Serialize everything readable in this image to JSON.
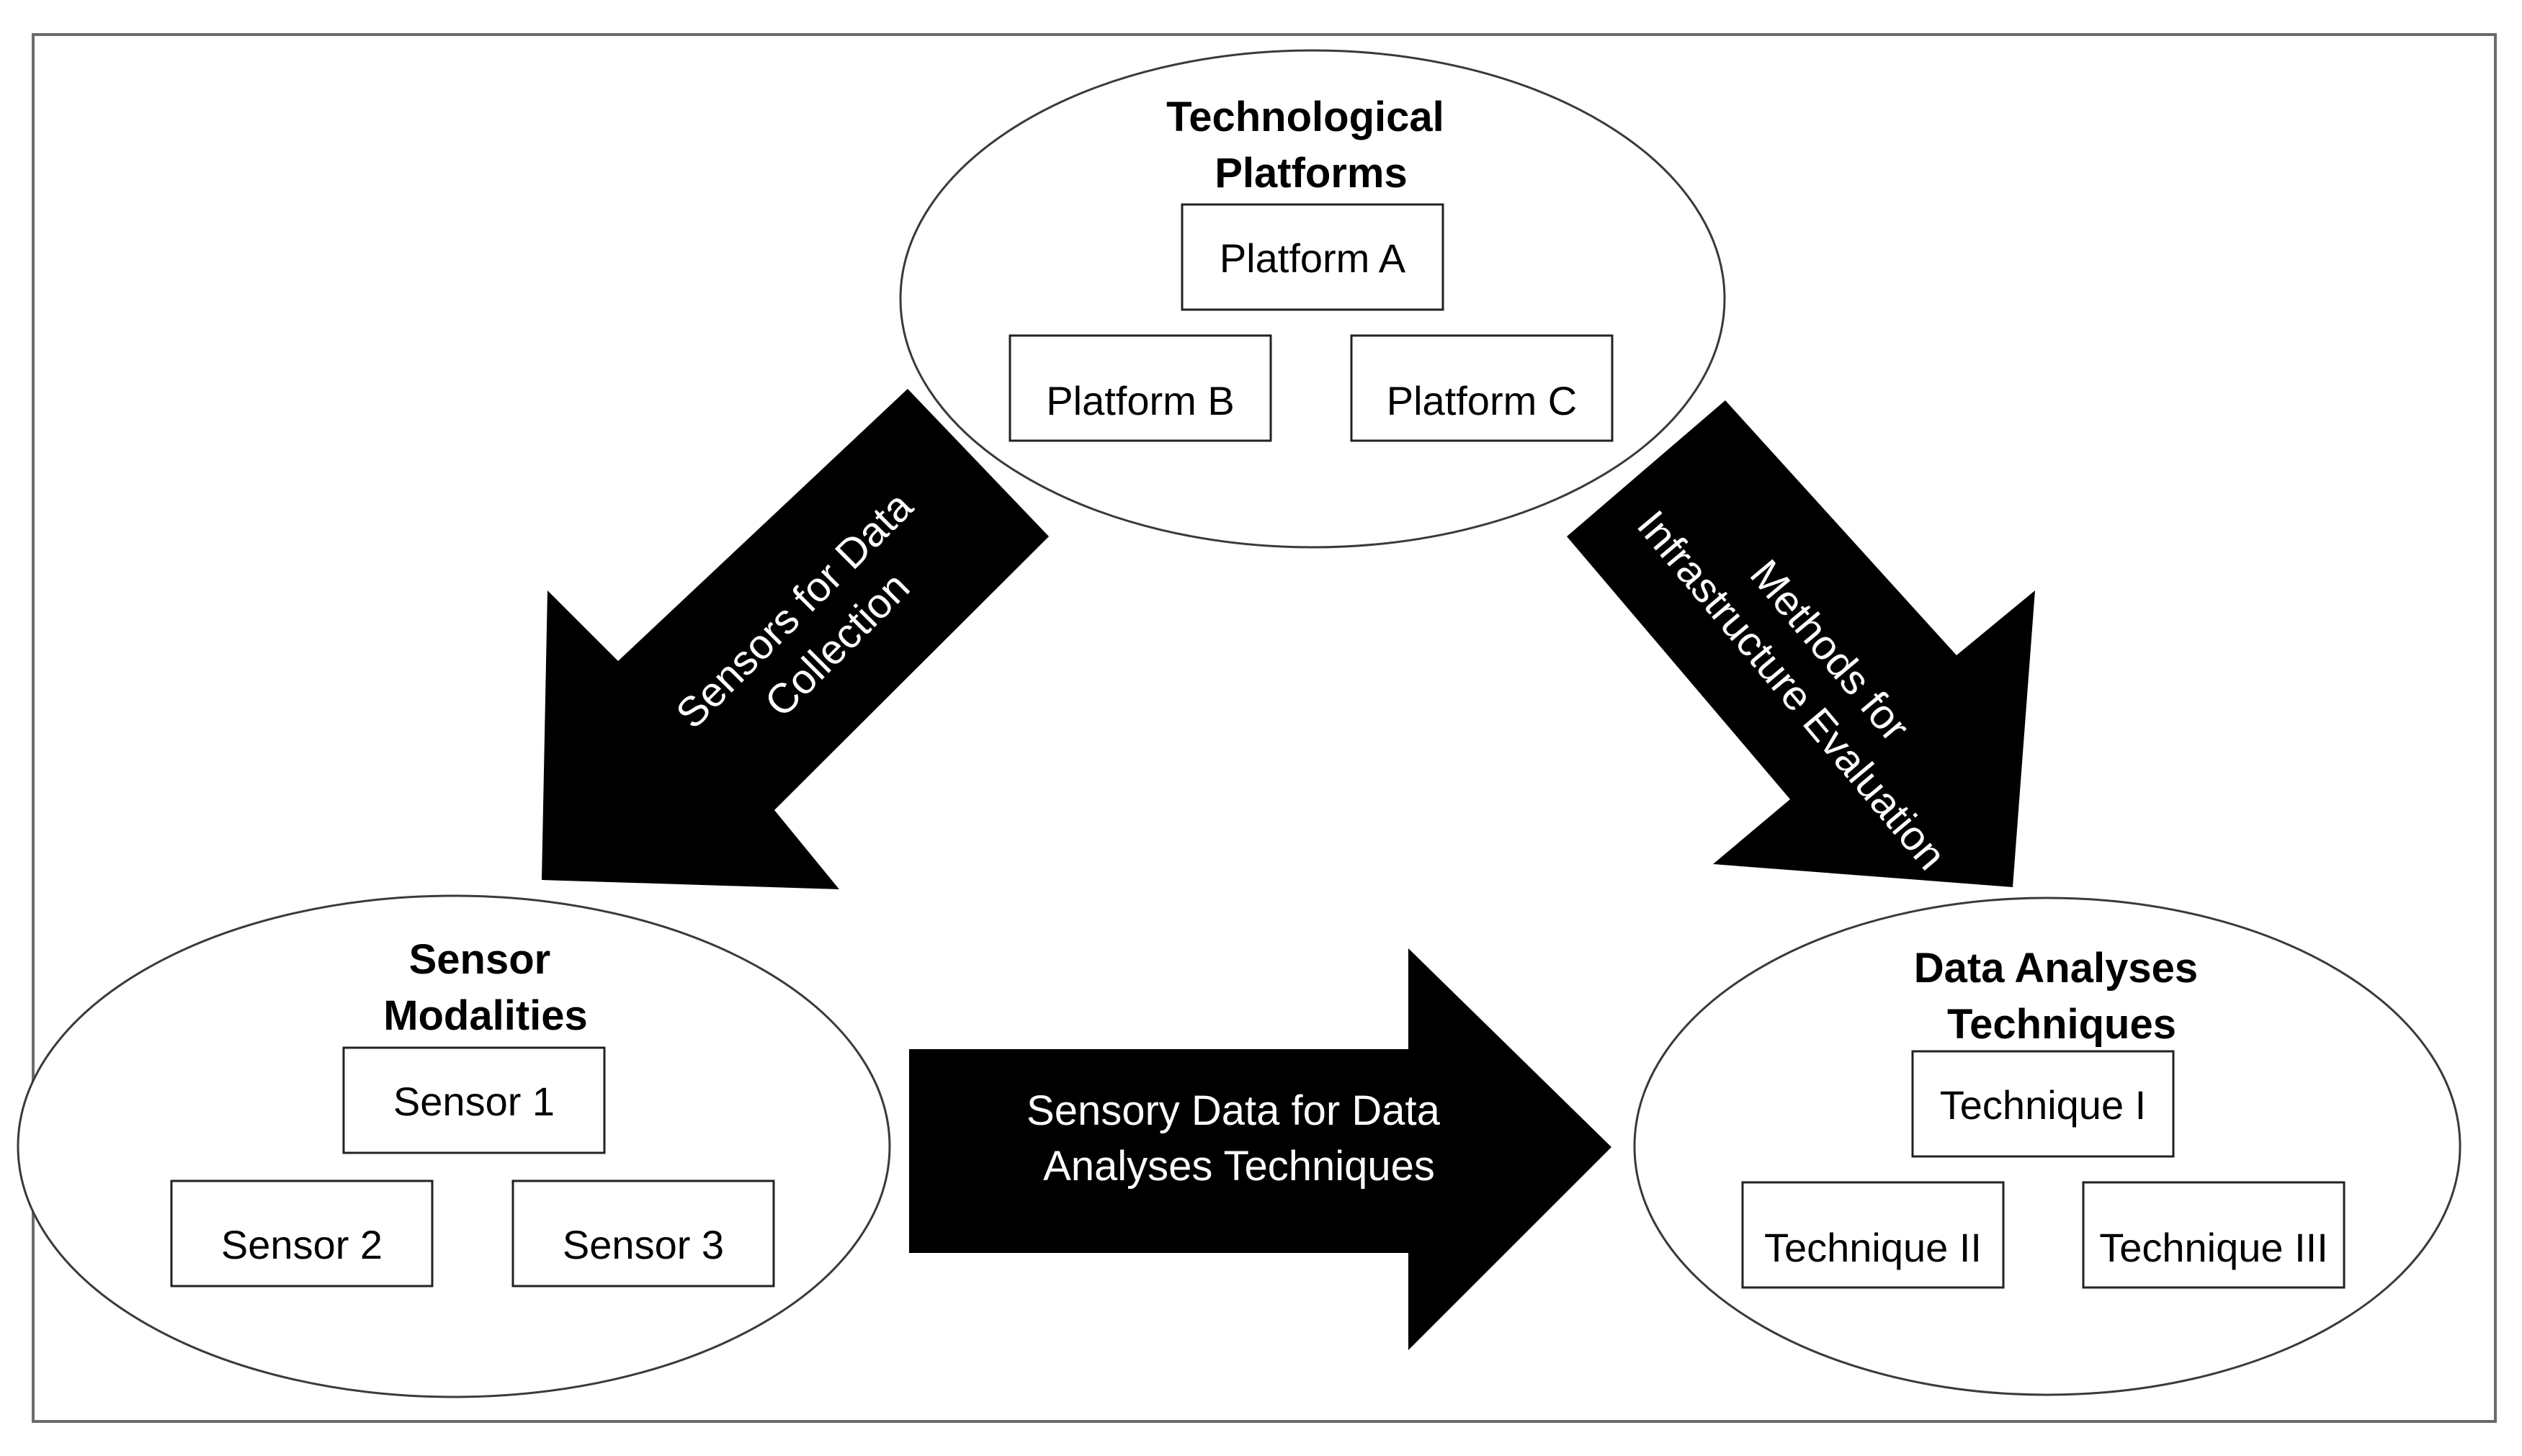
{
  "nodes": {
    "platforms": {
      "title_line1": "Technological",
      "title_line2": "Platforms",
      "items": [
        "Platform A",
        "Platform B",
        "Platform C"
      ]
    },
    "sensors": {
      "title_line1": "Sensor",
      "title_line2": "Modalities",
      "items": [
        "Sensor 1",
        "Sensor 2",
        "Sensor 3"
      ]
    },
    "techniques": {
      "title_line1": "Data Analyses",
      "title_line2": "Techniques",
      "items": [
        "Technique I",
        "Technique II",
        "Technique III"
      ]
    }
  },
  "arrows": {
    "left": {
      "line1": "Sensors for Data",
      "line2": "Collection"
    },
    "right": {
      "line1": "Methods for",
      "line2": "Infrastructure Evaluation"
    },
    "bottom": {
      "line1": "Sensory Data for Data",
      "line2": "Analyses Techniques"
    }
  },
  "colors": {
    "arrow_fill": "#000000",
    "arrow_text": "#ffffff",
    "outline": "#222222"
  }
}
